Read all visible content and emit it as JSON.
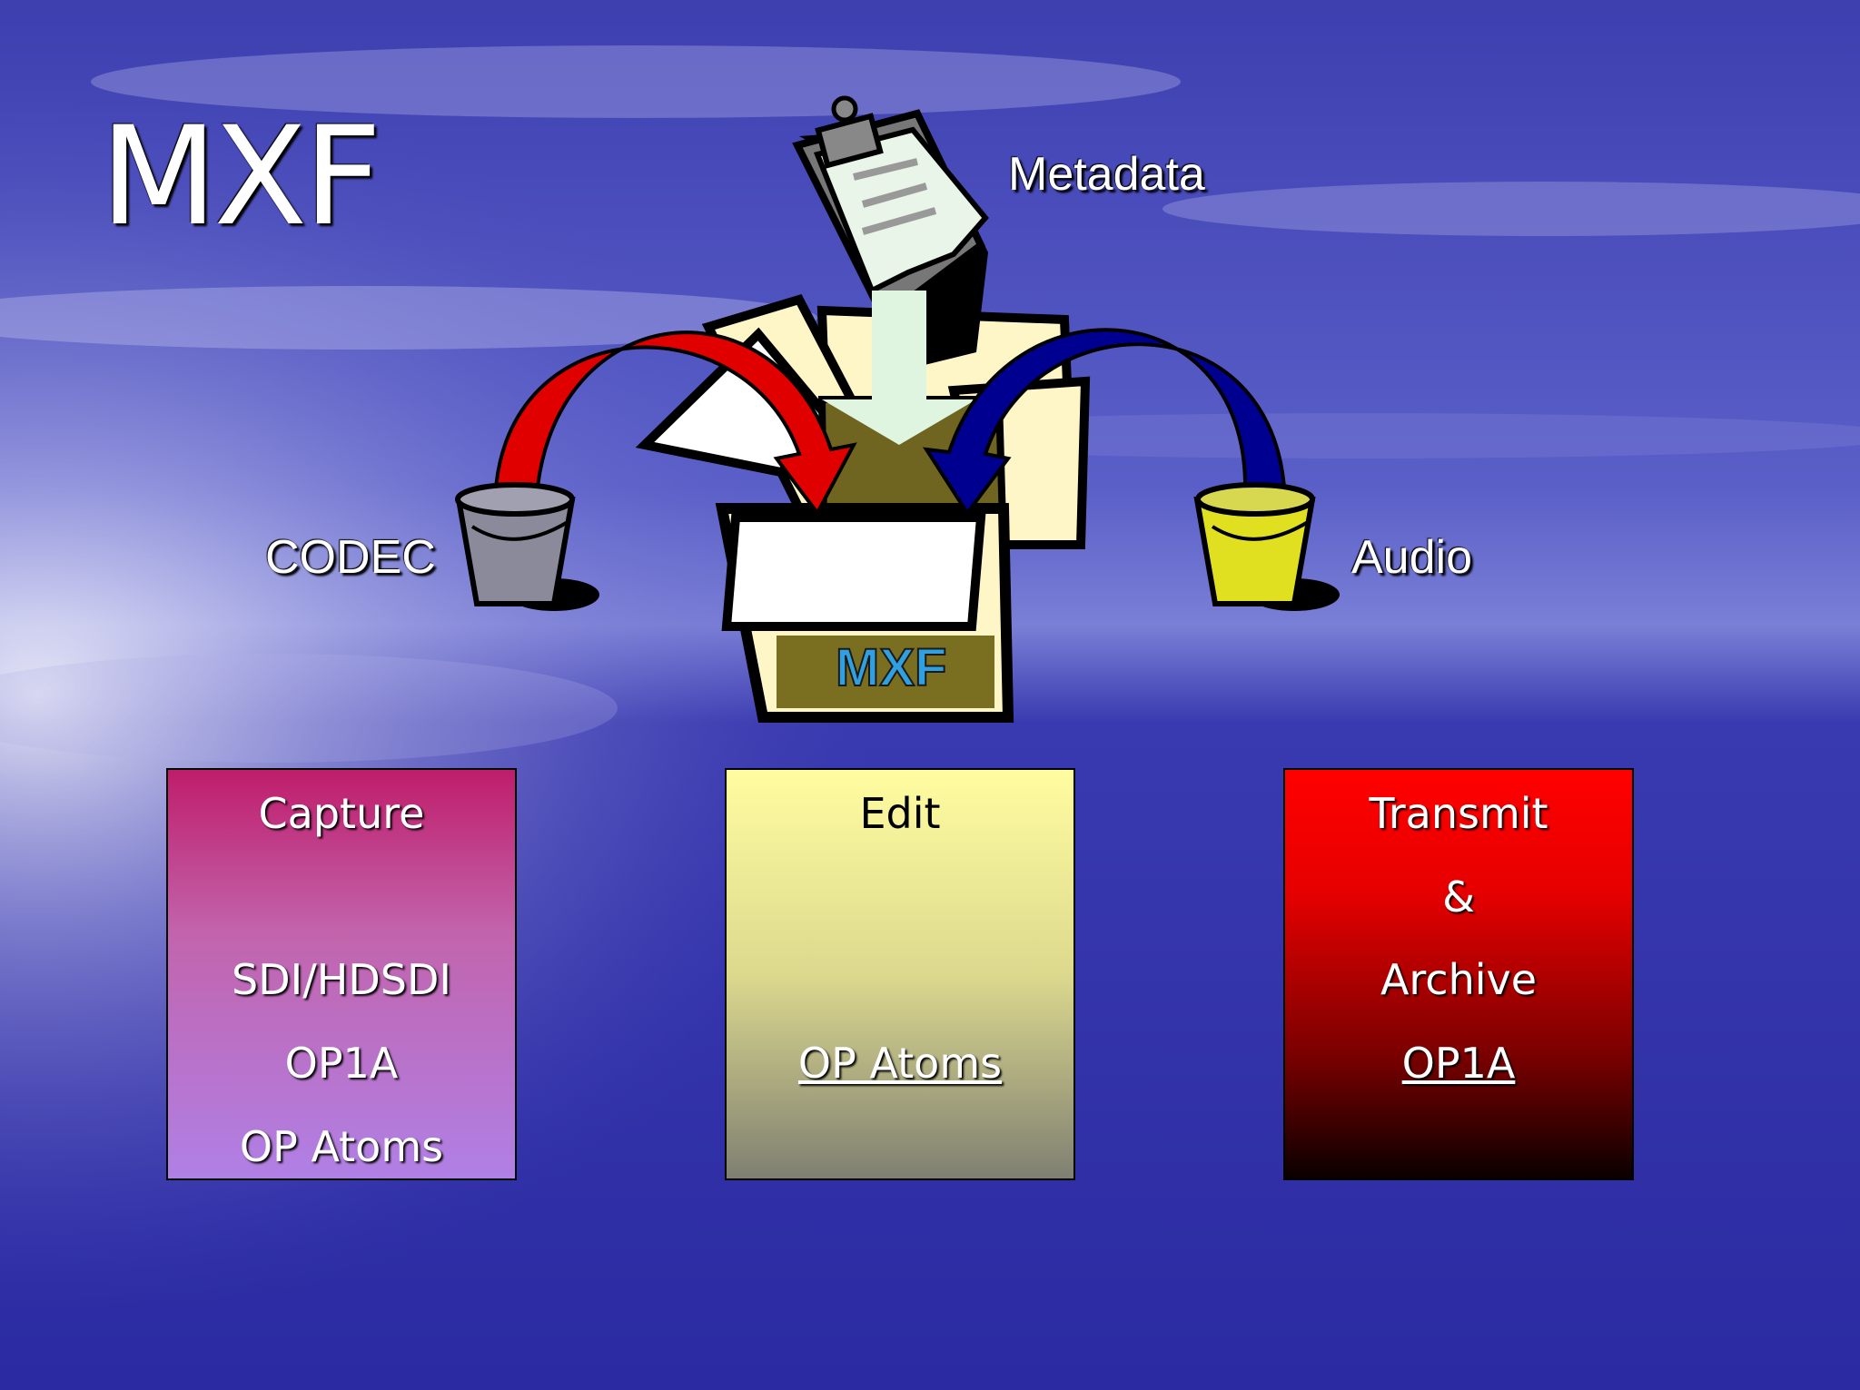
{
  "slide": {
    "title": "MXF",
    "labels": {
      "metadata": "Metadata",
      "codec": "CODEC",
      "audio": "Audio"
    },
    "box_logo": "MXF",
    "boxes": {
      "capture": {
        "heading": "Capture",
        "lines": [
          "SDI/HDSDI",
          "OP1A",
          "OP Atoms"
        ]
      },
      "edit": {
        "heading": "Edit",
        "lines": [
          "OP Atoms"
        ]
      },
      "transmit": {
        "heading": "Transmit",
        "lines": [
          "&",
          "Archive",
          "OP1A"
        ]
      }
    },
    "colors": {
      "codec_arrow": "#e00000",
      "audio_arrow": "#000090",
      "codec_bucket": "#8a8a9a",
      "audio_bucket": "#e0e020",
      "capture_box": "#bf1d6b",
      "edit_box": "#fffca0",
      "transmit_box": "#ff0000"
    }
  }
}
